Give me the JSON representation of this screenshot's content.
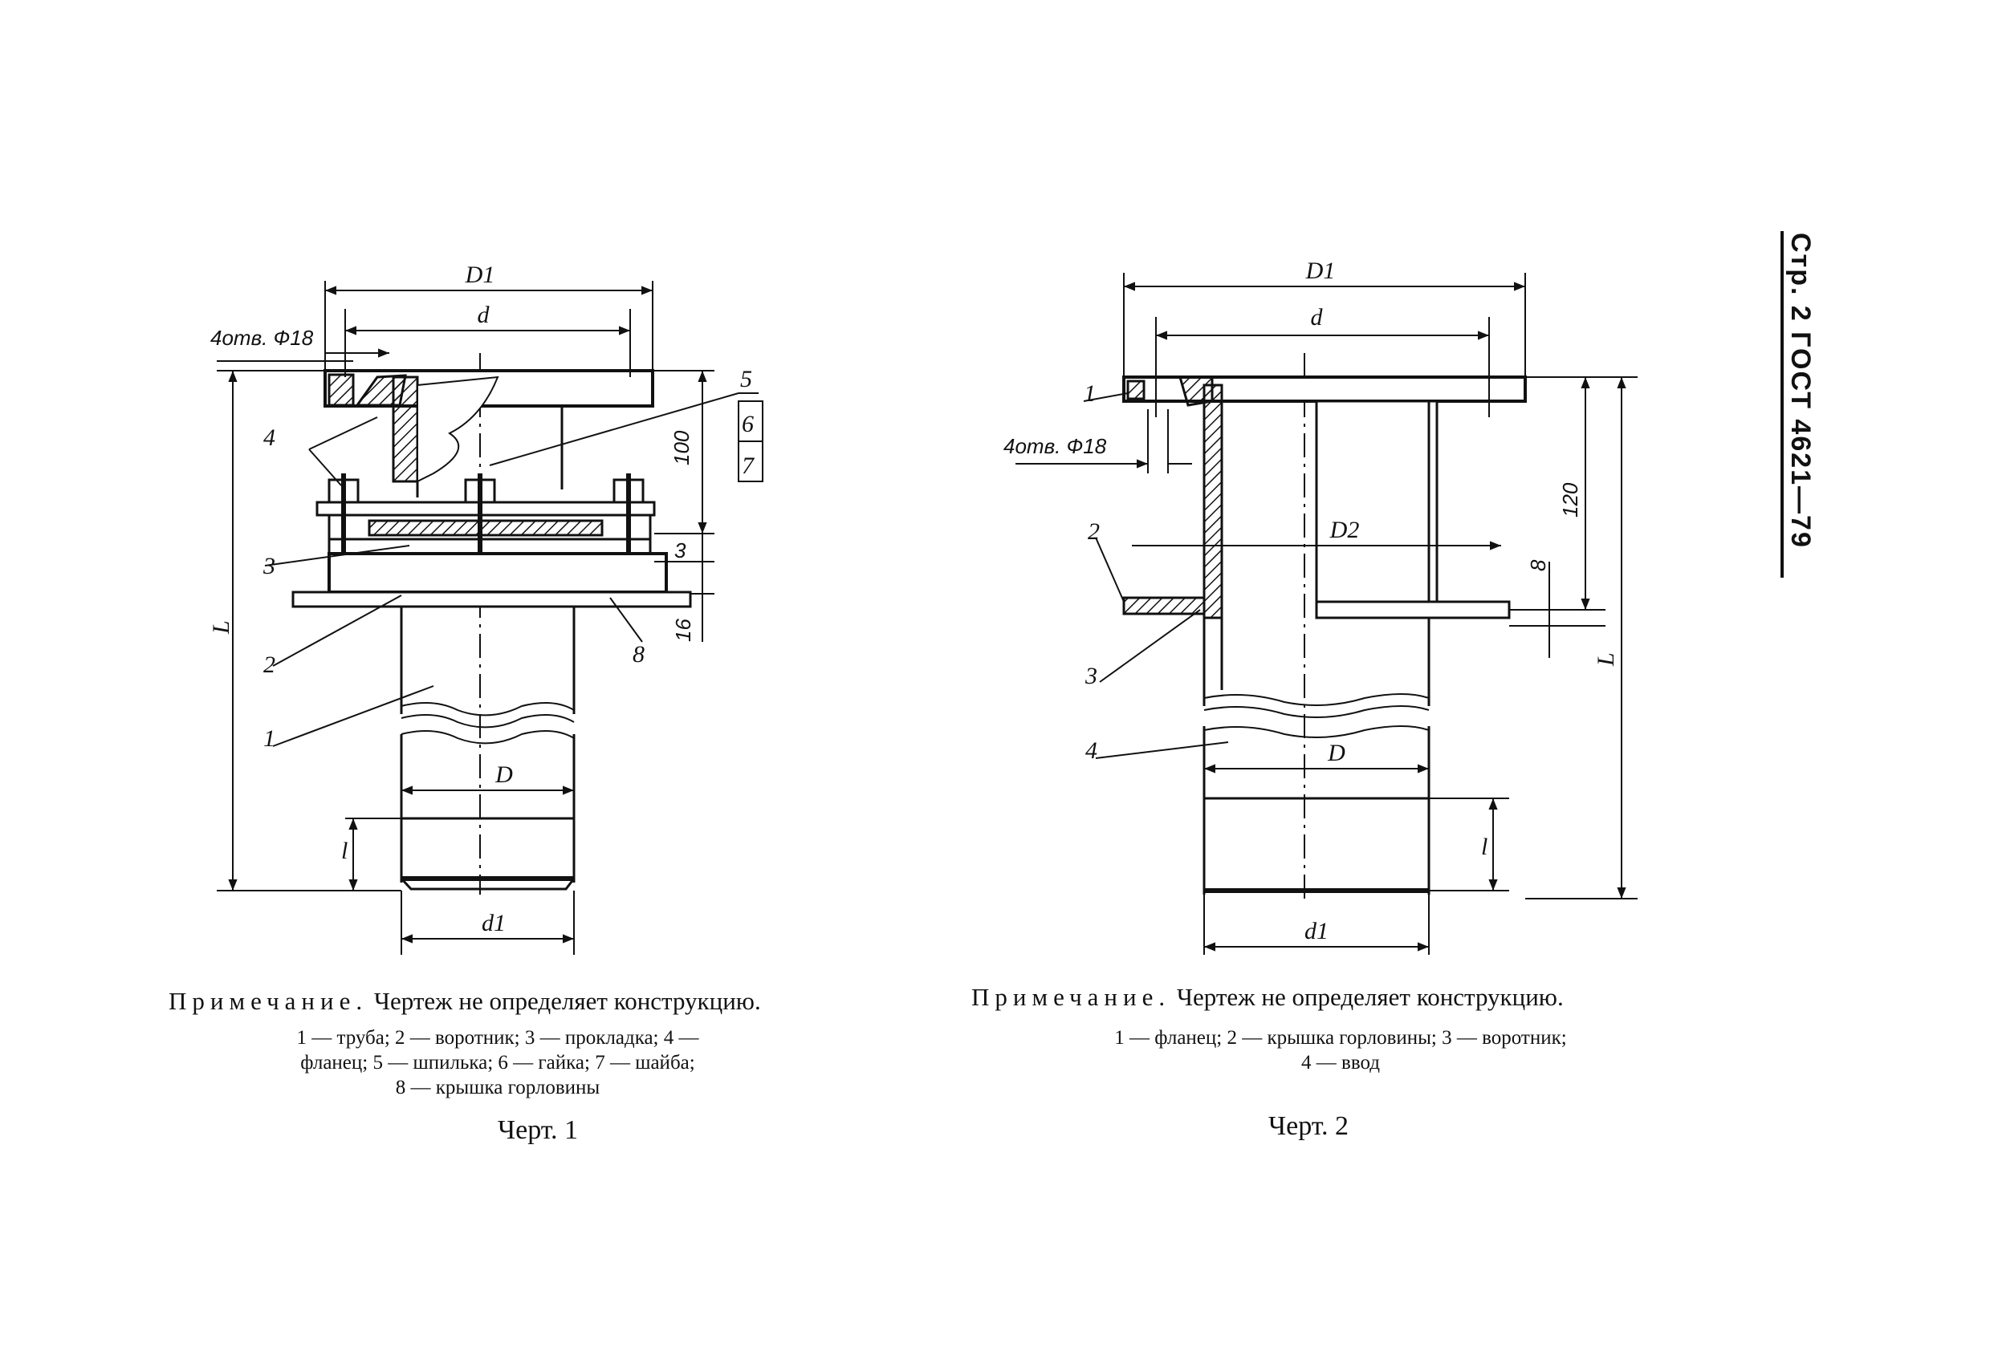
{
  "header": {
    "page_label": "Стр. 2 ГОСТ 4621—79"
  },
  "drawing1": {
    "dims": {
      "D1": "D1",
      "d": "d",
      "holes": "4отв. Ф18",
      "h100": "100",
      "h3": "3",
      "h16": "16",
      "L": "L",
      "D": "D",
      "l": "l",
      "d1": "d1"
    },
    "callouts": [
      "1",
      "2",
      "3",
      "4",
      "5",
      "6",
      "7",
      "8"
    ],
    "note_prefix": "Примечание.",
    "note_text": "Чертеж не определяет конструкцию.",
    "legend_lines": [
      "1 — труба;  2 — воротник;  3 — прокладка;  4 —",
      "фланец;  5 — шпилька;  6 — гайка;  7 — шайба;",
      "8 — крышка горловины"
    ],
    "caption": "Черт. 1"
  },
  "drawing2": {
    "dims": {
      "D1": "D1",
      "d": "d",
      "holes": "4отв. Ф18",
      "h120": "120",
      "D2": "D2",
      "h8": "8",
      "L": "L",
      "D": "D",
      "l": "l",
      "d1": "d1"
    },
    "callouts": [
      "1",
      "2",
      "3",
      "4"
    ],
    "note_prefix": "Примечание.",
    "note_text": "Чертеж не определяет конструкцию.",
    "legend_lines": [
      "1 — фланец;   2 — крышка горловины;   3 — воротник;",
      "4 — ввод"
    ],
    "caption": "Черт. 2"
  }
}
